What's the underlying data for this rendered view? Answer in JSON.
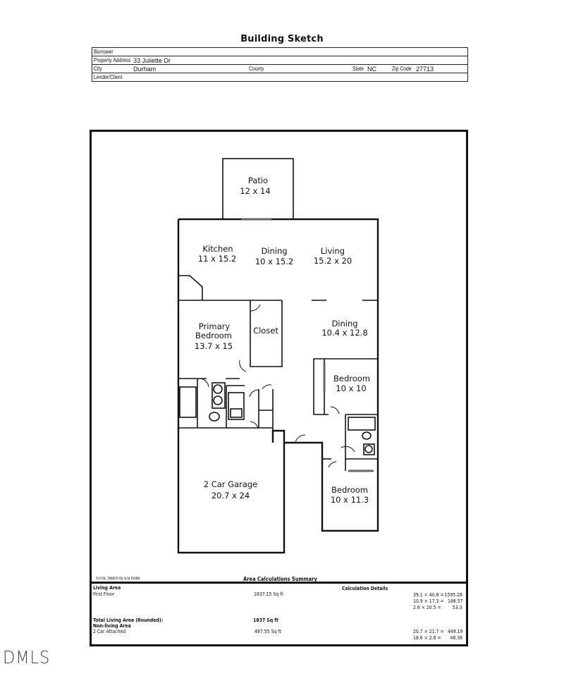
{
  "document": {
    "title": "Building Sketch",
    "header": {
      "borrower_label": "Borrower",
      "borrower_value": "",
      "property_address_label": "Property Address",
      "property_address_value": "33 Juliette Dr",
      "city_label": "City",
      "city_value": "Durham",
      "county_label": "County",
      "county_value": "",
      "state_label": "State",
      "state_value": "NC",
      "zip_label": "Zip Code",
      "zip_value": "27713",
      "lender_label": "Lender/Client",
      "lender_value": ""
    },
    "floorplan": {
      "rooms": [
        {
          "name": "Patio",
          "dims": "12 x 14"
        },
        {
          "name": "Kitchen",
          "dims": "11 x 15.2"
        },
        {
          "name": "Dining",
          "dims": "10 x 15.2"
        },
        {
          "name": "Living",
          "dims": "15.2 x 20"
        },
        {
          "name": "Primary",
          "name2": "Bedroom",
          "dims": "13.7 x 15"
        },
        {
          "name": "Closet",
          "dims": ""
        },
        {
          "name": "Dining",
          "dims": "10.4 x 12.8"
        },
        {
          "name": "Bedroom",
          "dims": "10 x 10"
        },
        {
          "name": "2 Car Garage",
          "dims": "20.7 x 24"
        },
        {
          "name": "Bedroom",
          "dims": "10 x 11.3"
        }
      ]
    },
    "summary": {
      "credit": "TOTAL Sketch by a la mode",
      "heading": "Area Calculations Summary",
      "living_area_label": "Living Area",
      "first_floor_label": "First Floor",
      "first_floor_value": "1837.15 Sq ft",
      "calc_details_label": "Calculation Details",
      "living_calcs": [
        {
          "expr": "39.1 × 40.8 =",
          "result": "1595.28"
        },
        {
          "expr": "10.9 × 17.3 =",
          "result": "188.57"
        },
        {
          "expr": "2.6 × 20.5  =",
          "result": "53.3"
        }
      ],
      "total_living_label": "Total Living Area (Rounded):",
      "total_living_value": "1837 Sq ft",
      "non_living_label": "Non-living Area",
      "garage_label": "2 Car Attached",
      "garage_value": "497.55 Sq ft",
      "garage_calcs": [
        {
          "expr": "20.7 × 21.7 =",
          "result": "449.19"
        },
        {
          "expr": "18.6 × 2.6  =",
          "result": "48.36"
        }
      ]
    },
    "watermark": "DMLS"
  }
}
